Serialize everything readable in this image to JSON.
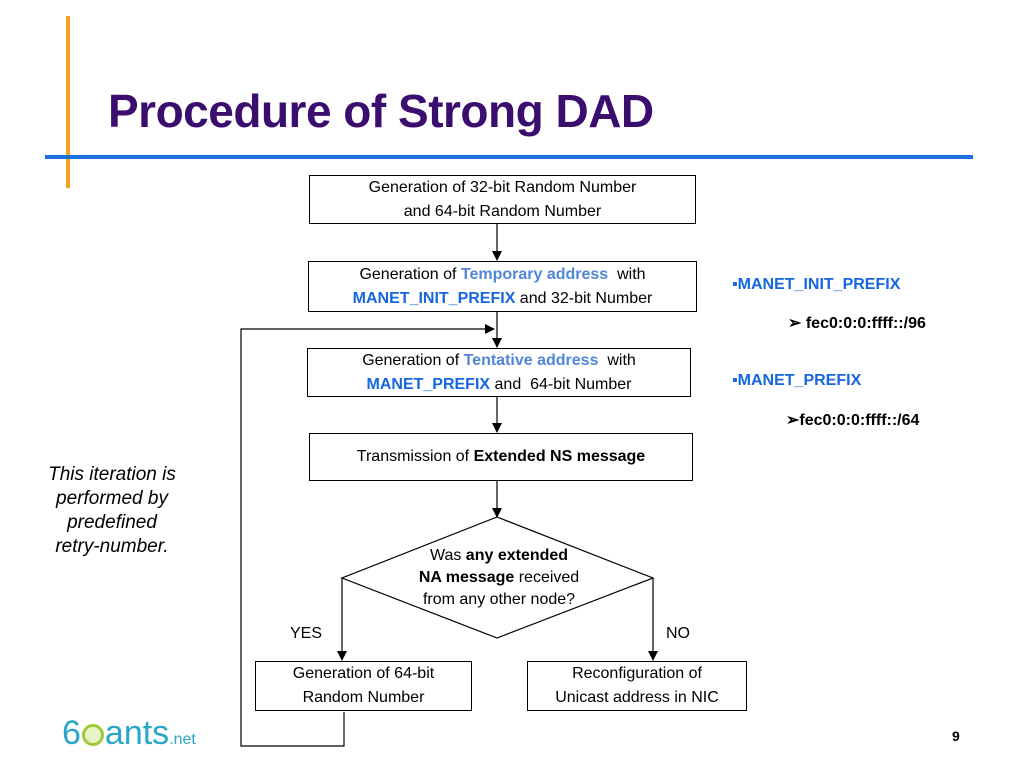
{
  "slide": {
    "title": "Procedure of Strong DAD",
    "page_number": "9"
  },
  "flow": {
    "step1": {
      "line1": "Generation of 32-bit Random Number",
      "line2": "and 64-bit Random Number"
    },
    "step2": {
      "pre": "Generation of ",
      "highlight": "Temporary address",
      "post": "  with",
      "line2_highlight": "MANET_INIT_PREFIX",
      "line2_post": " and 32-bit Number"
    },
    "step3": {
      "pre": "Generation of ",
      "highlight": "Tentative address",
      "post": "  with",
      "line2_highlight": "MANET_PREFIX",
      "line2_post": " and  64-bit Number"
    },
    "step4": {
      "pre": "Transmission of ",
      "bold": "Extended NS message"
    },
    "decision": {
      "pre": "Was ",
      "bold1": "any extended",
      "bold2": "NA message",
      "post": " received",
      "line3": "from any other node?"
    },
    "yes_label": "YES",
    "no_label": "NO",
    "yes_box": {
      "line1": "Generation of 64-bit",
      "line2": "Random Number"
    },
    "no_box": {
      "line1": "Reconfiguration of",
      "line2": "Unicast address in NIC"
    }
  },
  "notes": {
    "init_prefix": {
      "name": "▪MANET_INIT_PREFIX",
      "value": "➢ fec0:0:0:ffff::/96"
    },
    "prefix": {
      "name": "▪MANET_PREFIX",
      "value": "➢fec0:0:0:ffff::/64"
    }
  },
  "side_note": {
    "line1": "This iteration is",
    "line2": "performed by",
    "line3": "predefined",
    "line4": "retry-number."
  },
  "logo": {
    "main_a": "6",
    "main_b": "ants",
    "suffix": ".net",
    "colors": {
      "text": "#2aa7c9",
      "ring": "#9ec93a"
    }
  },
  "colors": {
    "title": "#3a0d6e",
    "accent_orange": "#f7a21b",
    "accent_blue": "#1e6fe0",
    "highlight_light": "#4f86d8",
    "highlight_blue": "#1566e0"
  }
}
